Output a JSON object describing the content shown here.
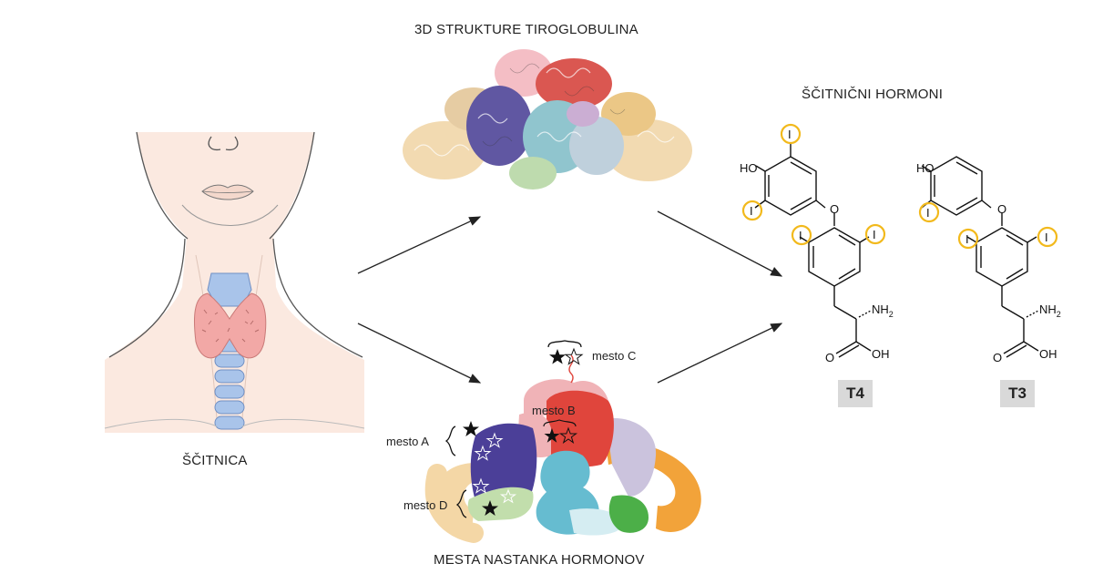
{
  "titles": {
    "structure": "3D STRUKTURE TIROGLOBULINA",
    "hormones": "ŠČITNIČNI HORMONI",
    "thyroid": "ŠČITNICA",
    "sites": "MESTA NASTANKA HORMONOV"
  },
  "hormones": [
    {
      "name": "T4",
      "ho": "HO",
      "iodine": "I",
      "o": "O",
      "nh2": "NH",
      "nh2_sub": "2",
      "oh": "OH",
      "carbonyl_o": "O"
    },
    {
      "name": "T3",
      "ho": "HO",
      "iodine": "I",
      "o": "O",
      "nh2": "NH",
      "nh2_sub": "2",
      "oh": "OH",
      "carbonyl_o": "O"
    }
  ],
  "sites": {
    "a": "mesto A",
    "b": "mesto B",
    "c": "mesto C",
    "d": "mesto D"
  },
  "colors": {
    "iodine_ring": "#f2b91c",
    "domain_blue": "#4b3f98",
    "domain_red": "#e0453c",
    "domain_pink": "#f0b3b7",
    "domain_cyan": "#66bcd0",
    "domain_orange": "#f2a33a",
    "domain_green": "#4caf48",
    "domain_peach": "#f4d7a6",
    "thyroid_pink": "#f2a8a6",
    "trachea_blue": "#a9c4ea"
  }
}
